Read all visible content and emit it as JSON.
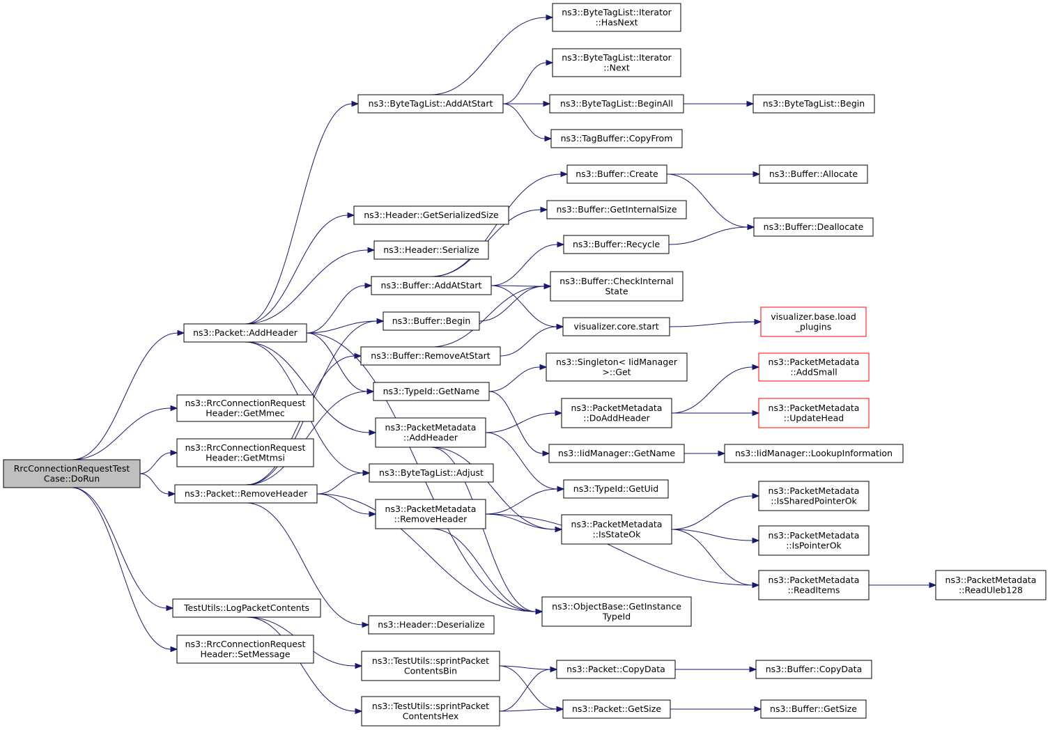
{
  "nodes": [
    {
      "id": "root",
      "lines": [
        "RrcConnectionRequestTest",
        "Case::DoRun"
      ]
    },
    {
      "id": "pkt_addheader",
      "lines": [
        "ns3::Packet::AddHeader"
      ]
    },
    {
      "id": "getmmec",
      "lines": [
        "ns3::RrcConnectionRequest",
        "Header::GetMmec"
      ]
    },
    {
      "id": "getmtmsi",
      "lines": [
        "ns3::RrcConnectionRequest",
        "Header::GetMtmsi"
      ]
    },
    {
      "id": "pkt_removeheader",
      "lines": [
        "ns3::Packet::RemoveHeader"
      ]
    },
    {
      "id": "logpacket",
      "lines": [
        "TestUtils::LogPacketContents"
      ]
    },
    {
      "id": "setmessage",
      "lines": [
        "ns3::RrcConnectionRequest",
        "Header::SetMessage"
      ]
    },
    {
      "id": "btl_addatstart",
      "lines": [
        "ns3::ByteTagList::AddAtStart"
      ]
    },
    {
      "id": "hdr_getser",
      "lines": [
        "ns3::Header::GetSerializedSize"
      ]
    },
    {
      "id": "hdr_serialize",
      "lines": [
        "ns3::Header::Serialize"
      ]
    },
    {
      "id": "buf_addatstart",
      "lines": [
        "ns3::Buffer::AddAtStart"
      ]
    },
    {
      "id": "buf_begin",
      "lines": [
        "ns3::Buffer::Begin"
      ]
    },
    {
      "id": "buf_removeatstart",
      "lines": [
        "ns3::Buffer::RemoveAtStart"
      ]
    },
    {
      "id": "typeid_getname",
      "lines": [
        "ns3::TypeId::GetName"
      ]
    },
    {
      "id": "pm_addheader",
      "lines": [
        "ns3::PacketMetadata",
        "::AddHeader"
      ]
    },
    {
      "id": "btl_adjust",
      "lines": [
        "ns3::ByteTagList::Adjust"
      ]
    },
    {
      "id": "pm_removeheader",
      "lines": [
        "ns3::PacketMetadata",
        "::RemoveHeader"
      ]
    },
    {
      "id": "hdr_deserialize",
      "lines": [
        "ns3::Header::Deserialize"
      ]
    },
    {
      "id": "tu_bin",
      "lines": [
        "ns3::TestUtils::sprintPacket",
        "ContentsBin"
      ]
    },
    {
      "id": "tu_hex",
      "lines": [
        "ns3::TestUtils::sprintPacket",
        "ContentsHex"
      ]
    },
    {
      "id": "btl_hasnext",
      "lines": [
        "ns3::ByteTagList::Iterator",
        "::HasNext"
      ]
    },
    {
      "id": "btl_next",
      "lines": [
        "ns3::ByteTagList::Iterator",
        "::Next"
      ]
    },
    {
      "id": "btl_beginall",
      "lines": [
        "ns3::ByteTagList::BeginAll"
      ]
    },
    {
      "id": "tagbuf_copyfrom",
      "lines": [
        "ns3::TagBuffer::CopyFrom"
      ]
    },
    {
      "id": "buf_create",
      "lines": [
        "ns3::Buffer::Create"
      ]
    },
    {
      "id": "buf_getinternal",
      "lines": [
        "ns3::Buffer::GetInternalSize"
      ]
    },
    {
      "id": "buf_recycle",
      "lines": [
        "ns3::Buffer::Recycle"
      ]
    },
    {
      "id": "buf_checkinternal",
      "lines": [
        "ns3::Buffer::CheckInternal",
        "State"
      ]
    },
    {
      "id": "vis_start",
      "lines": [
        "visualizer.core.start"
      ]
    },
    {
      "id": "singleton_get",
      "lines": [
        "ns3::Singleton< IidManager",
        ">::Get"
      ]
    },
    {
      "id": "pm_doaddheader",
      "lines": [
        "ns3::PacketMetadata",
        "::DoAddHeader"
      ]
    },
    {
      "id": "iid_getname",
      "lines": [
        "ns3::IidManager::GetName"
      ]
    },
    {
      "id": "typeid_getuid",
      "lines": [
        "ns3::TypeId::GetUid"
      ]
    },
    {
      "id": "pm_isstateok",
      "lines": [
        "ns3::PacketMetadata",
        "::IsStateOk"
      ]
    },
    {
      "id": "ob_getinstance",
      "lines": [
        "ns3::ObjectBase::GetInstance",
        "TypeId"
      ]
    },
    {
      "id": "pkt_copydata",
      "lines": [
        "ns3::Packet::CopyData"
      ]
    },
    {
      "id": "pkt_getsize",
      "lines": [
        "ns3::Packet::GetSize"
      ]
    },
    {
      "id": "btl_begin",
      "lines": [
        "ns3::ByteTagList::Begin"
      ]
    },
    {
      "id": "buf_allocate",
      "lines": [
        "ns3::Buffer::Allocate"
      ]
    },
    {
      "id": "buf_deallocate",
      "lines": [
        "ns3::Buffer::Deallocate"
      ]
    },
    {
      "id": "vis_loadplugins",
      "lines": [
        "visualizer.base.load",
        "_plugins"
      ]
    },
    {
      "id": "pm_addsmall",
      "lines": [
        "ns3::PacketMetadata",
        "::AddSmall"
      ]
    },
    {
      "id": "pm_updatehead",
      "lines": [
        "ns3::PacketMetadata",
        "::UpdateHead"
      ]
    },
    {
      "id": "iid_lookup",
      "lines": [
        "ns3::IidManager::LookupInformation"
      ]
    },
    {
      "id": "pm_issharedptr",
      "lines": [
        "ns3::PacketMetadata",
        "::IsSharedPointerOk"
      ]
    },
    {
      "id": "pm_ispointer",
      "lines": [
        "ns3::PacketMetadata",
        "::IsPointerOk"
      ]
    },
    {
      "id": "pm_readitems",
      "lines": [
        "ns3::PacketMetadata",
        "::ReadItems"
      ]
    },
    {
      "id": "pm_readuleb",
      "lines": [
        "ns3::PacketMetadata",
        "::ReadUleb128"
      ]
    },
    {
      "id": "buf_copydata",
      "lines": [
        "ns3::Buffer::CopyData"
      ]
    },
    {
      "id": "buf_getsize",
      "lines": [
        "ns3::Buffer::GetSize"
      ]
    }
  ],
  "edges": [
    [
      "root",
      "pkt_addheader"
    ],
    [
      "root",
      "getmmec"
    ],
    [
      "root",
      "getmtmsi"
    ],
    [
      "root",
      "pkt_removeheader"
    ],
    [
      "root",
      "logpacket"
    ],
    [
      "root",
      "setmessage"
    ],
    [
      "pkt_addheader",
      "btl_addatstart"
    ],
    [
      "pkt_addheader",
      "hdr_getser"
    ],
    [
      "pkt_addheader",
      "hdr_serialize"
    ],
    [
      "pkt_addheader",
      "buf_addatstart"
    ],
    [
      "pkt_addheader",
      "buf_begin"
    ],
    [
      "pkt_addheader",
      "typeid_getname"
    ],
    [
      "pkt_addheader",
      "pm_addheader"
    ],
    [
      "pkt_addheader",
      "btl_adjust"
    ],
    [
      "pkt_addheader",
      "ob_getinstance"
    ],
    [
      "pkt_removeheader",
      "buf_begin"
    ],
    [
      "pkt_removeheader",
      "buf_removeatstart"
    ],
    [
      "pkt_removeheader",
      "typeid_getname"
    ],
    [
      "pkt_removeheader",
      "btl_adjust"
    ],
    [
      "pkt_removeheader",
      "pm_removeheader"
    ],
    [
      "pkt_removeheader",
      "hdr_deserialize"
    ],
    [
      "pkt_removeheader",
      "ob_getinstance"
    ],
    [
      "logpacket",
      "tu_bin"
    ],
    [
      "logpacket",
      "tu_hex"
    ],
    [
      "btl_addatstart",
      "btl_hasnext"
    ],
    [
      "btl_addatstart",
      "btl_next"
    ],
    [
      "btl_addatstart",
      "btl_beginall"
    ],
    [
      "btl_addatstart",
      "tagbuf_copyfrom"
    ],
    [
      "btl_beginall",
      "btl_begin"
    ],
    [
      "buf_addatstart",
      "buf_create"
    ],
    [
      "buf_addatstart",
      "buf_getinternal"
    ],
    [
      "buf_addatstart",
      "buf_recycle"
    ],
    [
      "buf_addatstart",
      "buf_checkinternal"
    ],
    [
      "buf_addatstart",
      "vis_start"
    ],
    [
      "buf_create",
      "buf_allocate"
    ],
    [
      "buf_create",
      "buf_deallocate"
    ],
    [
      "buf_recycle",
      "buf_deallocate"
    ],
    [
      "buf_begin",
      "buf_checkinternal"
    ],
    [
      "buf_removeatstart",
      "buf_checkinternal"
    ],
    [
      "buf_removeatstart",
      "vis_start"
    ],
    [
      "vis_start",
      "vis_loadplugins"
    ],
    [
      "typeid_getname",
      "singleton_get"
    ],
    [
      "typeid_getname",
      "iid_getname"
    ],
    [
      "iid_getname",
      "iid_lookup"
    ],
    [
      "pm_addheader",
      "pm_doaddheader"
    ],
    [
      "pm_addheader",
      "typeid_getuid"
    ],
    [
      "pm_addheader",
      "pm_isstateok"
    ],
    [
      "pm_addheader",
      "ob_getinstance"
    ],
    [
      "pm_doaddheader",
      "pm_addsmall"
    ],
    [
      "pm_doaddheader",
      "pm_updatehead"
    ],
    [
      "pm_removeheader",
      "typeid_getuid"
    ],
    [
      "pm_removeheader",
      "pm_isstateok"
    ],
    [
      "pm_removeheader",
      "pm_readitems"
    ],
    [
      "pm_removeheader",
      "ob_getinstance"
    ],
    [
      "pm_isstateok",
      "pm_issharedptr"
    ],
    [
      "pm_isstateok",
      "pm_ispointer"
    ],
    [
      "pm_isstateok",
      "pm_readitems"
    ],
    [
      "pm_readitems",
      "pm_readuleb"
    ],
    [
      "tu_bin",
      "pkt_copydata"
    ],
    [
      "tu_bin",
      "pkt_getsize"
    ],
    [
      "tu_hex",
      "pkt_copydata"
    ],
    [
      "tu_hex",
      "pkt_getsize"
    ],
    [
      "pkt_copydata",
      "buf_copydata"
    ],
    [
      "pkt_getsize",
      "buf_getsize"
    ]
  ]
}
